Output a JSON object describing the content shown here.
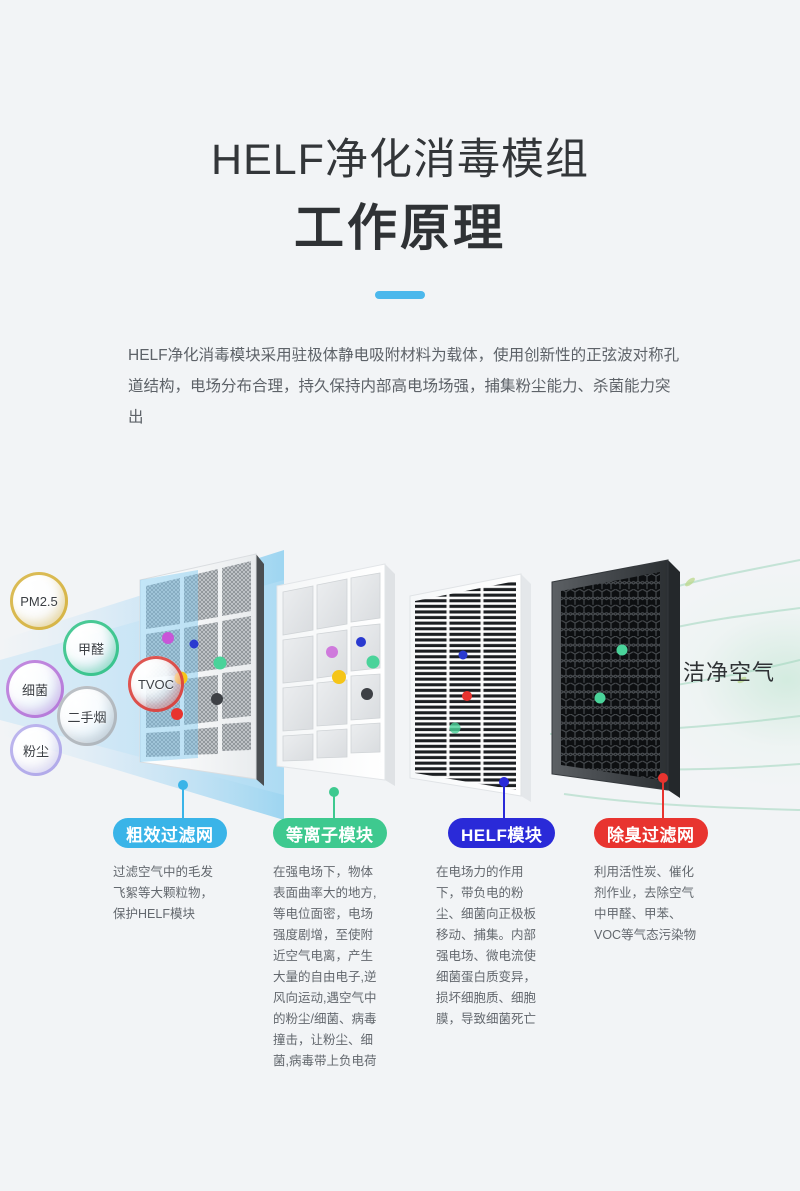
{
  "page": {
    "background_color": "#f2f4f6",
    "accent_color": "#4cb8ec"
  },
  "header": {
    "title_line1": "HELF净化消毒模组",
    "title_line2": "工作原理",
    "divider_color": "#4cb8ec",
    "description": "HELF净化消毒模块采用驻极体静电吸附材料为载体，使用创新性的正弦波对称孔道结构，电场分布合理，持久保持内部高电场场强，捕集粉尘能力、杀菌能力突出"
  },
  "diagram": {
    "clean_air_label": "洁净空气",
    "pollutants": [
      {
        "label": "PM2.5",
        "color": "#d4af37",
        "name": "bubble-pm25"
      },
      {
        "label": "甲醛",
        "color": "#2abf84",
        "name": "bubble-formaldehyde"
      },
      {
        "label": "细菌",
        "color": "#b06ad6",
        "name": "bubble-bacteria"
      },
      {
        "label": "二手烟",
        "color": "#aab0b6",
        "name": "bubble-secondhand-smoke"
      },
      {
        "label": "粉尘",
        "color": "#a096e6",
        "name": "bubble-dust"
      },
      {
        "label": "TVOC",
        "color": "#d83834",
        "name": "bubble-tvoc"
      }
    ],
    "particle_colors": [
      "#c855d8",
      "#2a3ad0",
      "#4ad39a",
      "#f5c518",
      "#3d4045",
      "#e8332e"
    ]
  },
  "modules": [
    {
      "label": "粗效过滤网",
      "color": "#3ab4e8",
      "text": "过滤空气中的毛发飞絮等大颗粒物，保护HELF模块",
      "panel": "coarse-mesh"
    },
    {
      "label": "等离子模块",
      "color": "#3ec98f",
      "text": "在强电场下，物体表面曲率大的地方,等电位面密，电场强度剧增，至使附近空气电离，产生大量的自由电子,逆风向运动,遇空气中的粉尘/细菌、病毒撞击，让粉尘、细菌,病毒带上负电荷",
      "panel": "plasma-plate"
    },
    {
      "label": "HELF模块",
      "color": "#2a2ad8",
      "text": "在电场力的作用下，带负电的粉尘、细菌向正极板移动、捕集。内部强电场、微电流使细菌蛋白质变异，损坏细胞质、细胞膜，导致细菌死亡",
      "panel": "helf-louver"
    },
    {
      "label": "除臭过滤网",
      "color": "#e8342f",
      "text": "利用活性炭、催化剂作业，去除空气中甲醛、甲苯、VOC等气态污染物",
      "panel": "carbon-honeycomb"
    }
  ]
}
